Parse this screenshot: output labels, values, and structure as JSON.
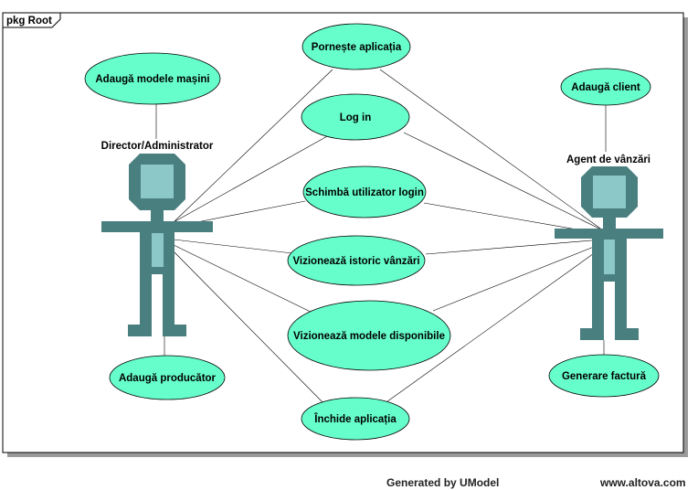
{
  "package": {
    "label": "pkg Root"
  },
  "actors": {
    "left": {
      "name": "Director/Administrator"
    },
    "right": {
      "name": "Agent de vânzări"
    }
  },
  "use_cases": {
    "porneste": "Pornește aplicația",
    "login": "Log in",
    "schimba": "Schimbă utilizator login",
    "istoric": "Vizionează istoric vânzări",
    "modele": "Vizionează modele disponibile",
    "inchide": "Închide aplicația",
    "adauga_modele": "Adaugă modele mașini",
    "adauga_producator": "Adaugă producător",
    "adauga_client": "Adaugă client",
    "generare_factura": "Generare factură"
  },
  "footer": {
    "generated": "Generated by UModel",
    "site": "www.altova.com"
  },
  "colors": {
    "ellipse_fill": "#66ffcc",
    "actor_body": "#4a7f80",
    "actor_face": "#8cc8c8"
  }
}
